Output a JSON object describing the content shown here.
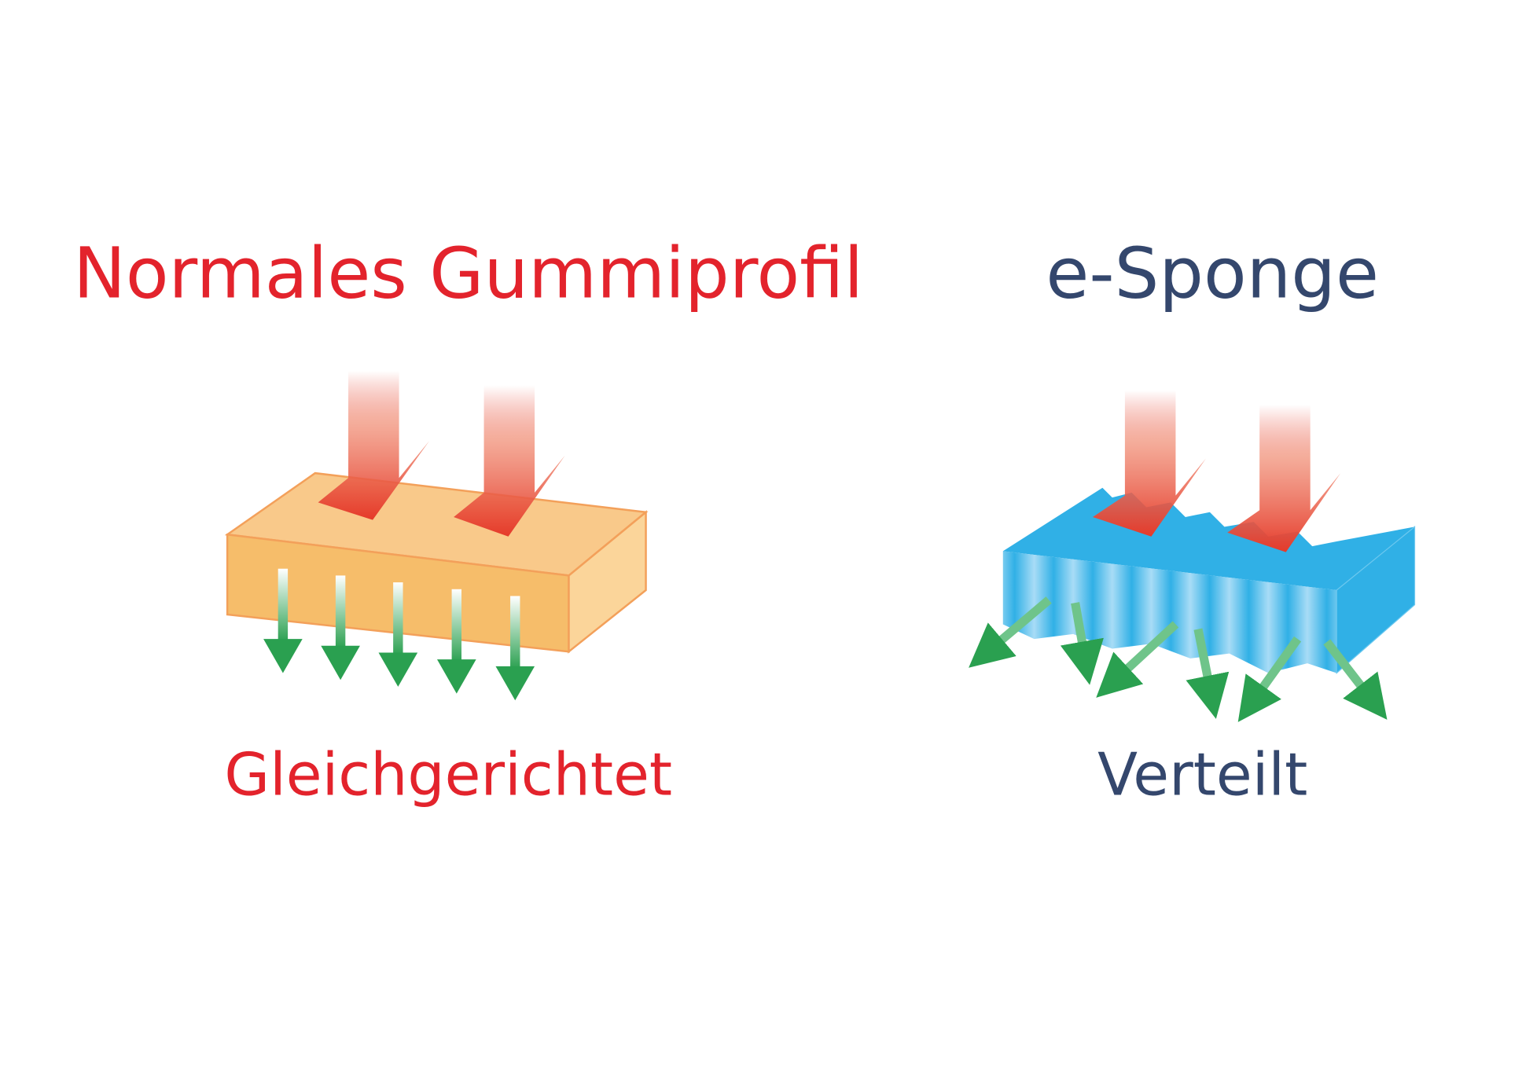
{
  "left": {
    "title": "Normales Gummiprofil",
    "caption": "Gleichgerichtet"
  },
  "right": {
    "title": "e-Sponge",
    "caption": "Verteilt"
  },
  "colors": {
    "left_text": "#e3232c",
    "right_text": "#34476d",
    "rubber_block": "#f6bd6a",
    "sponge_block": "#30b0e6",
    "force_arrow": "#e53a2a",
    "output_arrow": "#2aa050"
  }
}
